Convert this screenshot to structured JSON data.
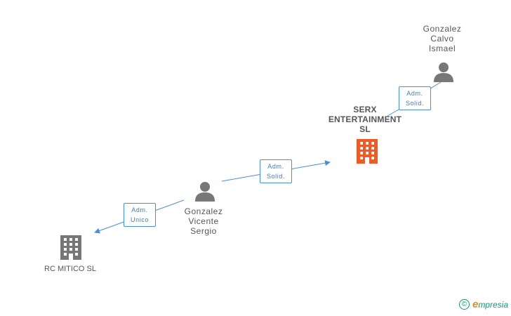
{
  "colors": {
    "edge": "#4a8ed6",
    "person_icon": "#777777",
    "company_icon": "#777777",
    "company_highlight_icon": "#f15a24",
    "label_text": "#555555"
  },
  "nodes": {
    "gonzalez_calvo": {
      "line1": "Gonzalez",
      "line2": "Calvo",
      "line3": "Ismael",
      "icon": "person-icon"
    },
    "serx": {
      "line1": "SERX",
      "line2": "ENTERTAINMENT",
      "line3": "SL",
      "icon": "building-icon"
    },
    "gonzalez_vicente": {
      "line1": "Gonzalez",
      "line2": "Vicente",
      "line3": "Sergio",
      "icon": "person-icon"
    },
    "rc_mitico": {
      "line1": "RC MITICO SL",
      "icon": "building-icon"
    }
  },
  "edges": {
    "calvo_to_serx": {
      "line1": "Adm.",
      "line2": "Solid."
    },
    "vicente_to_serx": {
      "line1": "Adm.",
      "line2": "Solid."
    },
    "vicente_to_rc": {
      "line1": "Adm.",
      "line2": "Unico"
    }
  },
  "brand": {
    "copyright": "©",
    "e": "e",
    "rest": "mpresia"
  }
}
